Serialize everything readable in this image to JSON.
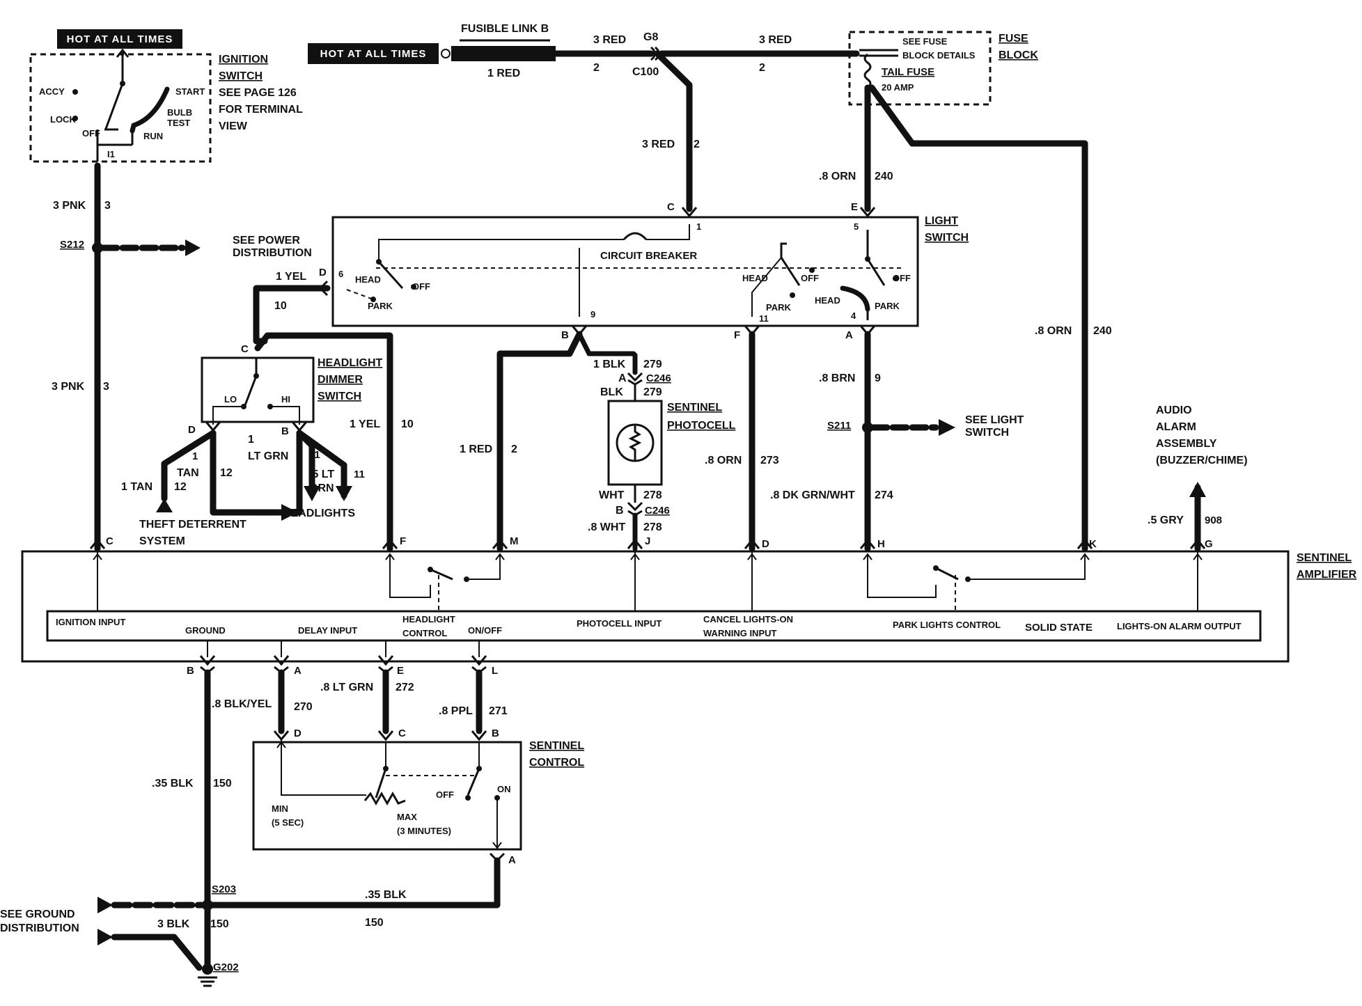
{
  "hot_tag_1": "HOT AT ALL TIMES",
  "hot_tag_2": "HOT AT ALL TIMES",
  "ignition_switch": {
    "title_1": "IGNITION",
    "title_2": "SWITCH",
    "note_1": "SEE PAGE 126",
    "note_2": "FOR TERMINAL",
    "note_3": "VIEW",
    "accy": "ACCY",
    "lock": "LOCK",
    "off": "OFF",
    "run": "RUN",
    "start": "START",
    "bulb_1": "BULB",
    "bulb_2": "TEST",
    "terminal": "I1"
  },
  "fusible_link": {
    "label": "FUSIBLE LINK B",
    "wire": "1 RED"
  },
  "top_wires": {
    "w1": "3 RED",
    "w1n": "2",
    "g8": "G8",
    "c100": "C100",
    "w2": "3 RED",
    "w2n": "2",
    "w3": "3 RED",
    "w3n": "2"
  },
  "fuse_block": {
    "title_1": "FUSE",
    "title_2": "BLOCK",
    "see_1": "SEE FUSE",
    "see_2": "BLOCK DETAILS",
    "fuse": "TAIL FUSE",
    "amp": "20 AMP"
  },
  "left_wires": {
    "pnk_1": "3 PNK",
    "pnk_1n": "3",
    "s212": "S212",
    "see_power_1": "SEE POWER",
    "see_power_2": "DISTRIBUTION",
    "pnk_2": "3 PNK",
    "pnk_2n": "3"
  },
  "light_switch": {
    "title_1": "LIGHT",
    "title_2": "SWITCH",
    "breaker": "CIRCUIT BREAKER",
    "head_a": "HEAD",
    "off_a": "OFF",
    "park_a": "PARK",
    "head_b": "HEAD",
    "off_b": "OFF",
    "park_b": "PARK",
    "head_c": "HEAD",
    "off_c": "OFF",
    "park_c": "PARK",
    "pin_c": "C",
    "pin_1": "1",
    "pin_e": "E",
    "pin_5": "5",
    "pin_d": "D",
    "pin_6": "6",
    "pin_b": "B",
    "pin_9": "9",
    "pin_f": "F",
    "pin_11": "11",
    "pin_a": "A",
    "pin_4": "4"
  },
  "orn_wires": {
    "a": ".8 ORN",
    "an": "240",
    "b": ".8 ORN",
    "bn": "240"
  },
  "dimmer": {
    "title_1": "HEADLIGHT",
    "title_2": "DIMMER",
    "title_3": "SWITCH",
    "lo": "LO",
    "hi": "HI",
    "pin_c": "C",
    "pin_d": "D",
    "pin_b": "B",
    "yel": "1 YEL",
    "yel_n": "10",
    "ltgrn_n": "1",
    "ltgrn": "LT GRN",
    "tan1": "1",
    "tan2": "TAN",
    "tan_n": "12",
    "tan3": "1 TAN",
    "tan3_n": "12",
    "lt5": ".5 LT",
    "lt5b": "GRN",
    "lt5_n": "11",
    "n11": "11",
    "theft_1": "THEFT DETERRENT",
    "theft_2": "SYSTEM",
    "headlights": "HEADLIGHTS",
    "yel2": "1 YEL",
    "yel2_n": "10"
  },
  "photocell": {
    "title_1": "SENTINEL",
    "title_2": "PHOTOCELL",
    "blk1": "1 BLK",
    "blk1_n": "279",
    "a": "A",
    "c246a": "C246",
    "blk2": "BLK",
    "blk2_n": "279",
    "wht": "WHT",
    "wht_n": "278",
    "b": "B",
    "c246b": "C246",
    "wht8": ".8 WHT",
    "wht8_n": "278",
    "red": "1 RED",
    "red_n": "2"
  },
  "right_wires": {
    "brn": ".8 BRN",
    "brn_n": "9",
    "s211": "S211",
    "see_ls_1": "SEE LIGHT",
    "see_ls_2": "SWITCH",
    "orn": ".8 ORN",
    "orn_n": "273",
    "dkgrn": ".8 DK GRN/WHT",
    "dkgrn_n": "274",
    "gry": ".5 GRY",
    "gry_n": "908",
    "audio_1": "AUDIO",
    "audio_2": "ALARM",
    "audio_3": "ASSEMBLY",
    "audio_4": "(BUZZER/CHIME)"
  },
  "amplifier": {
    "title_1": "SENTINEL",
    "title_2": "AMPLIFIER",
    "pins_top": [
      "C",
      "F",
      "M",
      "J",
      "D",
      "H",
      "K",
      "G"
    ],
    "ignition": "IGNITION INPUT",
    "ground": "GROUND",
    "delay": "DELAY INPUT",
    "hl_1": "HEADLIGHT",
    "hl_2": "CONTROL",
    "onoff": "ON/OFF",
    "photo": "PHOTOCELL INPUT",
    "cancel_1": "CANCEL LIGHTS-ON",
    "cancel_2": "WARNING INPUT",
    "park": "PARK LIGHTS CONTROL",
    "solid": "SOLID STATE",
    "alarm": "LIGHTS-ON ALARM OUTPUT",
    "pins_bottom": [
      "B",
      "A",
      "E",
      "L"
    ]
  },
  "lower_wires": {
    "blkyel": ".8 BLK/YEL",
    "blkyel_n": "270",
    "ltgrn": ".8 LT GRN",
    "ltgrn_n": "272",
    "ppl": ".8 PPL",
    "ppl_n": "271",
    "blk35": ".35 BLK",
    "blk35_n": "150",
    "blk35b": ".35 BLK",
    "blk35b_n": "150",
    "s203": "S203",
    "blk3": "3 BLK",
    "blk3_n": "150",
    "g202": "G202",
    "see_gnd_1": "SEE GROUND",
    "see_gnd_2": "DISTRIBUTION"
  },
  "control": {
    "title_1": "SENTINEL",
    "title_2": "CONTROL",
    "pin_d": "D",
    "pin_c": "C",
    "pin_b": "B",
    "pin_a": "A",
    "off": "OFF",
    "on": "ON",
    "min_1": "MIN",
    "min_2": "(5 SEC)",
    "max_1": "MAX",
    "max_2": "(3 MINUTES)"
  }
}
